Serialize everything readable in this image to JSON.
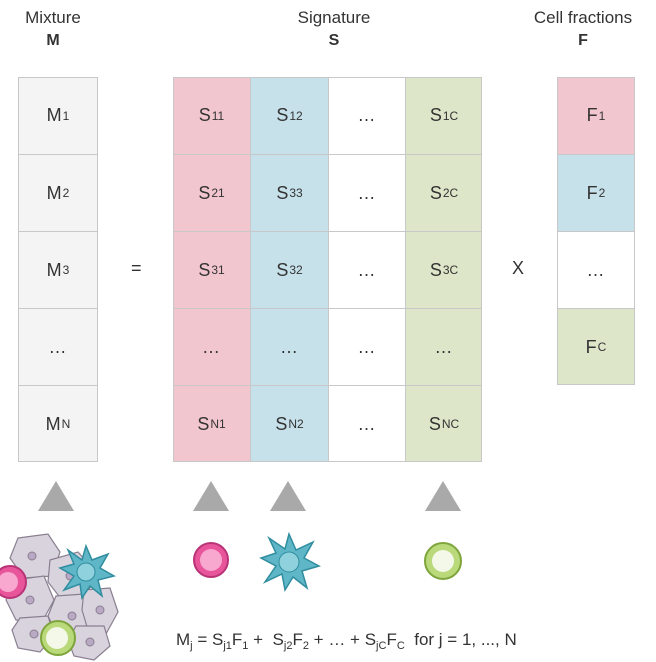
{
  "headers": {
    "mixture": {
      "title": "Mixture",
      "symbol": "M"
    },
    "signature": {
      "title": "Signature",
      "symbol": "S"
    },
    "fractions": {
      "title": "Cell fractions",
      "symbol": "F"
    }
  },
  "operators": {
    "equals": "=",
    "times": "X"
  },
  "mixture_cells": [
    {
      "base": "M",
      "sub": "1"
    },
    {
      "base": "M",
      "sub": "2"
    },
    {
      "base": "M",
      "sub": "3"
    },
    {
      "base": "…",
      "sub": ""
    },
    {
      "base": "M",
      "sub": "N"
    }
  ],
  "signature_columns": [
    {
      "color": "#f2c6cf",
      "cells": [
        {
          "base": "S",
          "sub": "11"
        },
        {
          "base": "S",
          "sub": "21"
        },
        {
          "base": "S",
          "sub": "31"
        },
        {
          "base": "…",
          "sub": ""
        },
        {
          "base": "S",
          "sub": "N1"
        }
      ]
    },
    {
      "color": "#c6e1ea",
      "cells": [
        {
          "base": "S",
          "sub": "12"
        },
        {
          "base": "S",
          "sub": "33"
        },
        {
          "base": "S",
          "sub": "32"
        },
        {
          "base": "…",
          "sub": ""
        },
        {
          "base": "S",
          "sub": "N2"
        }
      ]
    },
    {
      "color": "#ffffff",
      "cells": [
        {
          "base": "…",
          "sub": ""
        },
        {
          "base": "…",
          "sub": ""
        },
        {
          "base": "…",
          "sub": ""
        },
        {
          "base": "…",
          "sub": ""
        },
        {
          "base": "…",
          "sub": ""
        }
      ]
    },
    {
      "color": "#dde6c8",
      "cells": [
        {
          "base": "S",
          "sub": "1C"
        },
        {
          "base": "S",
          "sub": "2C"
        },
        {
          "base": "S",
          "sub": "3C"
        },
        {
          "base": "…",
          "sub": ""
        },
        {
          "base": "S",
          "sub": "NC"
        }
      ]
    }
  ],
  "fraction_cells": [
    {
      "base": "F",
      "sub": "1",
      "color": "#f2c6cf"
    },
    {
      "base": "F",
      "sub": "2",
      "color": "#c6e1ea"
    },
    {
      "base": "…",
      "sub": "",
      "color": "#ffffff"
    },
    {
      "base": "F",
      "sub": "C",
      "color": "#dde6c8"
    }
  ],
  "formula": {
    "lhs": "M",
    "lhs_sub": "j",
    "terms": [
      {
        "s": "S",
        "s_sub": "j1",
        "f": "F",
        "f_sub": "1"
      },
      {
        "s": "S",
        "s_sub": "j2",
        "f": "F",
        "f_sub": "2"
      },
      {
        "s": "S",
        "s_sub": "jC",
        "f": "F",
        "f_sub": "C"
      }
    ],
    "ellipsis": "…",
    "tail": "for  j = 1, ..., N"
  },
  "colors": {
    "pink": "#f2c6cf",
    "blue": "#c6e1ea",
    "green": "#dde6c8",
    "mixture_bg": "#f4f4f4",
    "arrow": "#a9a9a9"
  },
  "icons": [
    "cell-mixture-icon",
    "pink-lymphocyte-icon",
    "dendritic-cell-icon",
    "green-lymphocyte-icon"
  ]
}
